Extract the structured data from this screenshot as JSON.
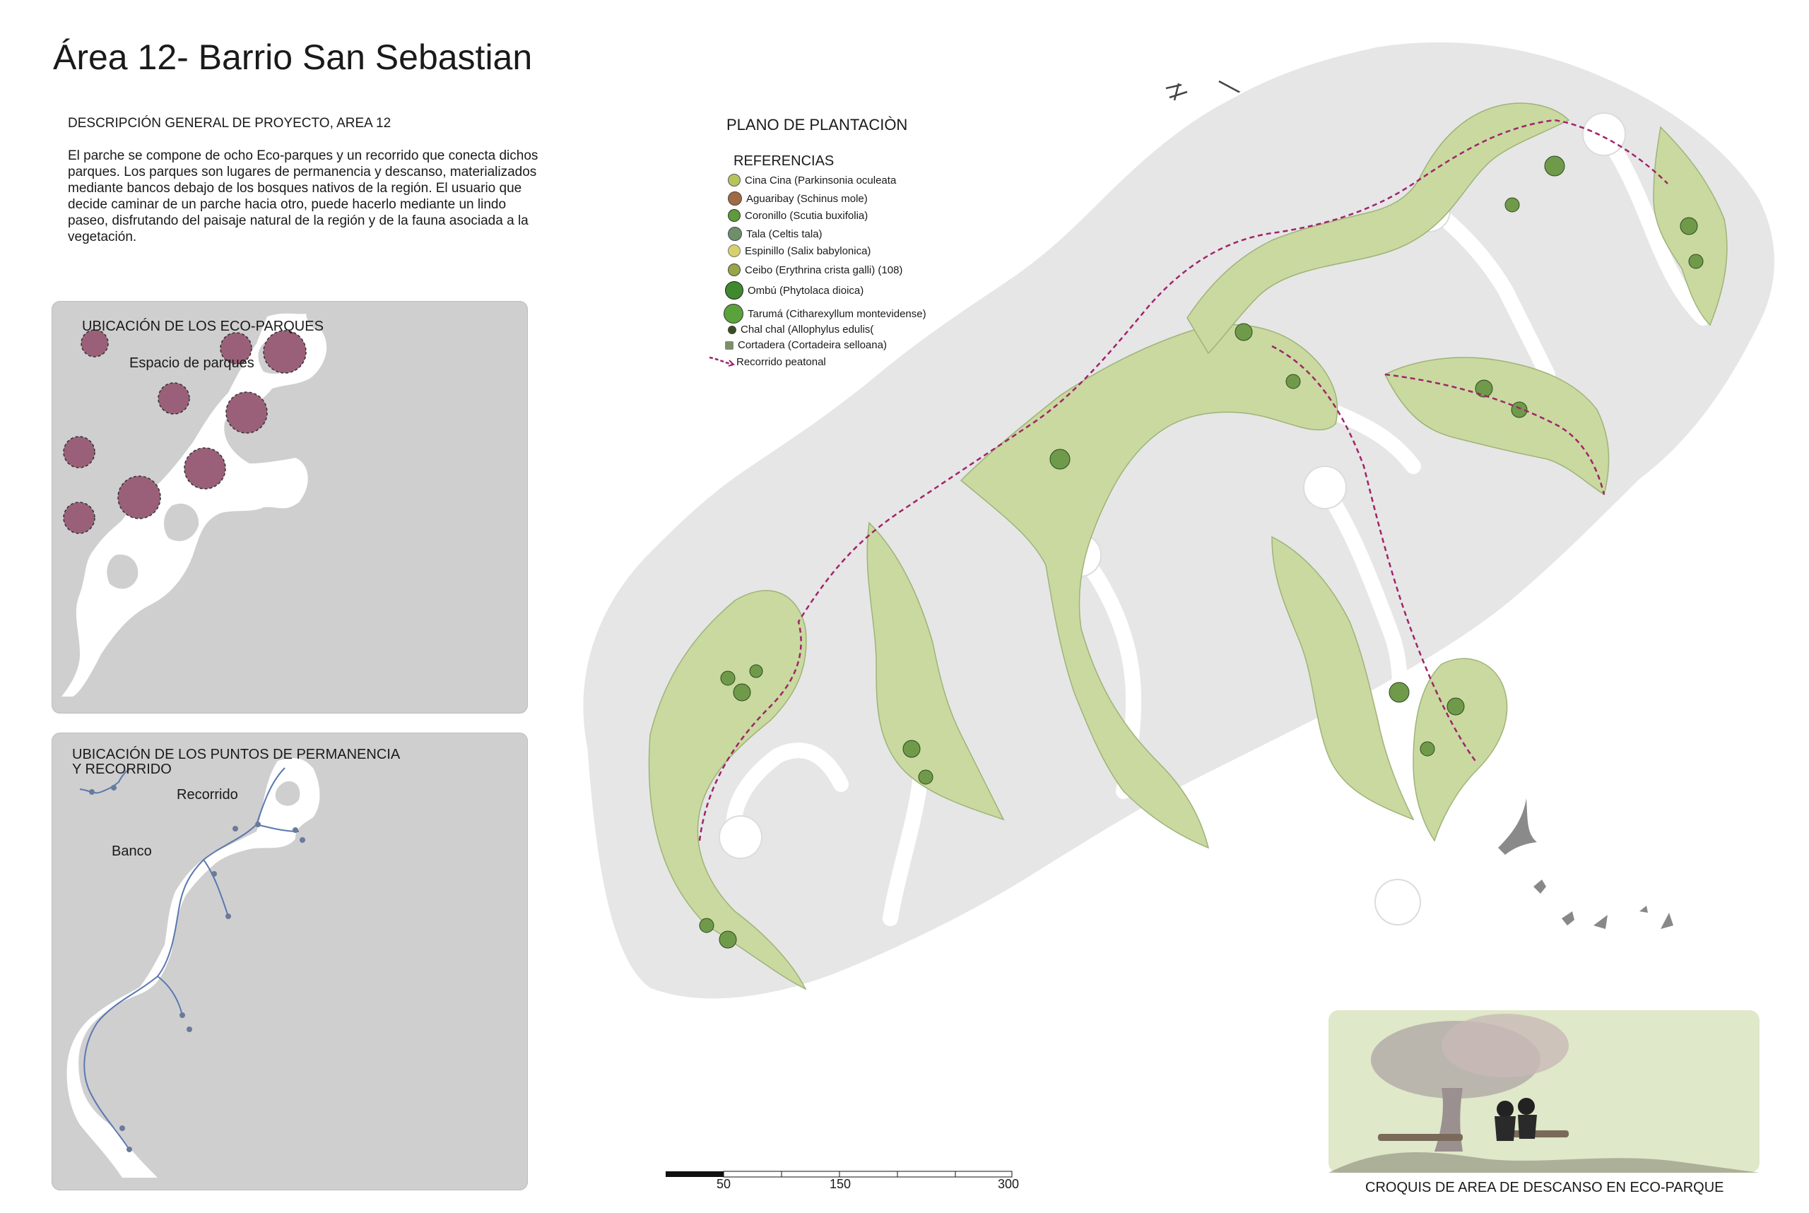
{
  "title": "Área 12- Barrio San Sebastian",
  "description": {
    "heading": "DESCRIPCIÓN GENERAL DE PROYECTO, AREA 12",
    "body": "El parche  se compone de ocho Eco-parques y un recorrido que conecta dichos parques. Los parques son lugares de permanencia y descanso, materializados mediante bancos debajo de los bosques nativos de la región. El usuario que  decide  caminar de un parche hacia otro, puede hacerlo mediante un lindo paseo, disfrutando del paisaje natural de la región y de la fauna asociada a la vegetación."
  },
  "panel_parks": {
    "title": "UBICACIÓN DE LOS ECO-PARQUES",
    "legend_label": "Espacio de parques",
    "park_color": "#9b6079"
  },
  "panel_route": {
    "title_line1": "UBICACIÓN DE LOS PUNTOS DE PERMANENCIA",
    "title_line2": "Y RECORRIDO",
    "route_label": "Recorrido",
    "bench_label": "Banco",
    "route_color": "#5a78b0"
  },
  "plan": {
    "title": "PLANO DE PLANTACIÒN",
    "references_title": "REFERENCIAS",
    "references": [
      {
        "label": "Cina Cina (Parkinsonia oculeata",
        "icon": "cina-cina-icon",
        "color": "#b7c45a"
      },
      {
        "label": "Aguaribay (Schinus mole)",
        "icon": "aguaribay-icon",
        "color": "#a06a42"
      },
      {
        "label": "Coronillo (Scutia buxifolia)",
        "icon": "coronillo-icon",
        "color": "#5f9a3c"
      },
      {
        "label": "Tala (Celtis tala)",
        "icon": "tala-icon",
        "color": "#6f8f6a"
      },
      {
        "label": "Espinillo (Salix babylonica)",
        "icon": "espinillo-icon",
        "color": "#d8d070"
      },
      {
        "label": "Ceibo (Erythrina crista galli) (108)",
        "icon": "ceibo-icon",
        "color": "#9aa646"
      },
      {
        "label": "Ombú (Phytolaca dioica)",
        "icon": "ombu-icon",
        "color": "#3f8a2e"
      },
      {
        "label": "Tarumá (Citharexyllum montevidense)",
        "icon": "taruma-icon",
        "color": "#5aa23c"
      },
      {
        "label": "Chal chal (Allophylus edulis(",
        "icon": "chal-chal-icon",
        "color": "#3d4a2a"
      },
      {
        "label": "Cortadera (Cortadeira selloana)",
        "icon": "cortadera-icon",
        "color": "#7d8f6a"
      },
      {
        "label": "Recorrido peatonal",
        "icon": "recorrido-peatonal-icon",
        "color": "#a0246a"
      }
    ],
    "colors": {
      "park_green": "#c9d9a0",
      "lots_gray": "#e6e6e6",
      "lot_lines": "#ffffff",
      "path": "#a0246a"
    }
  },
  "scale": {
    "labels": [
      "50",
      "150",
      "300"
    ]
  },
  "sketch": {
    "caption": "CROQUIS DE AREA DE DESCANSO EN ECO-PARQUE"
  }
}
